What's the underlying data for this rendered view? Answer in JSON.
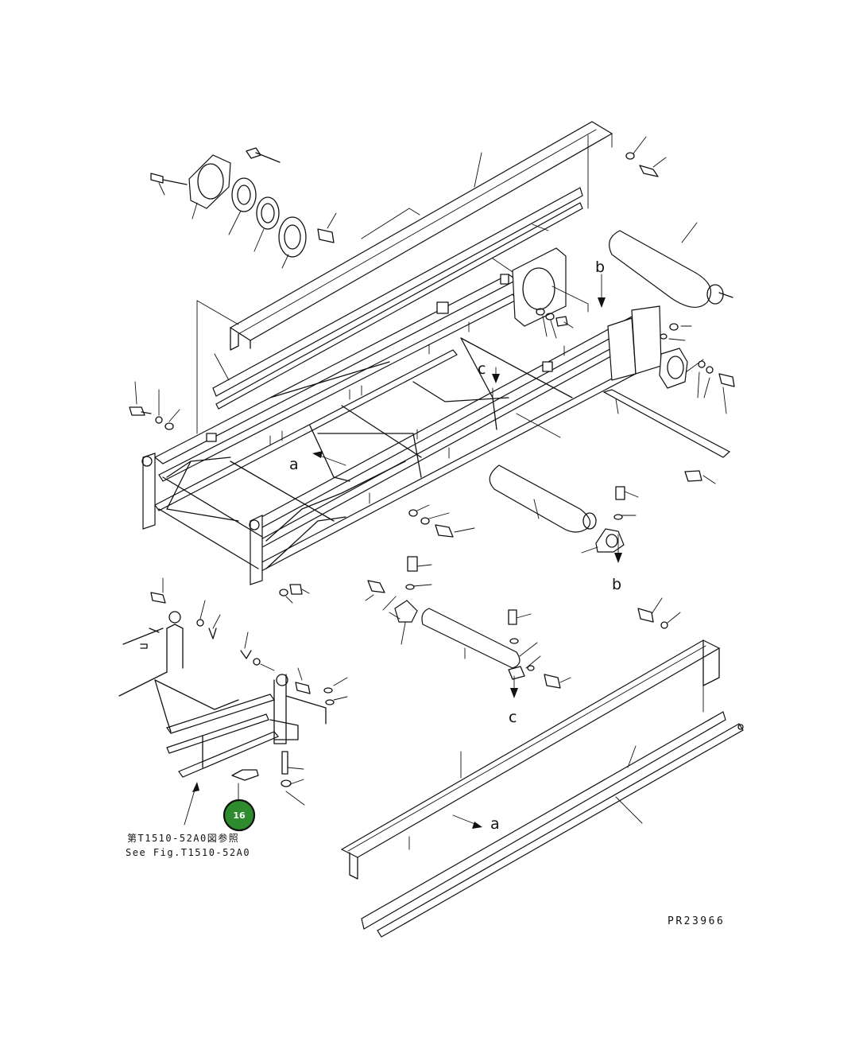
{
  "diagram": {
    "drawing_code": "PR23966",
    "reference_note_jp": "第T1510-52A0図参照",
    "reference_note_en": "See Fig.T1510-52A0",
    "badge": {
      "label": "16",
      "color": "#2e8b2e"
    },
    "view_markers": {
      "a": "a",
      "b": "b",
      "c": "c"
    }
  }
}
